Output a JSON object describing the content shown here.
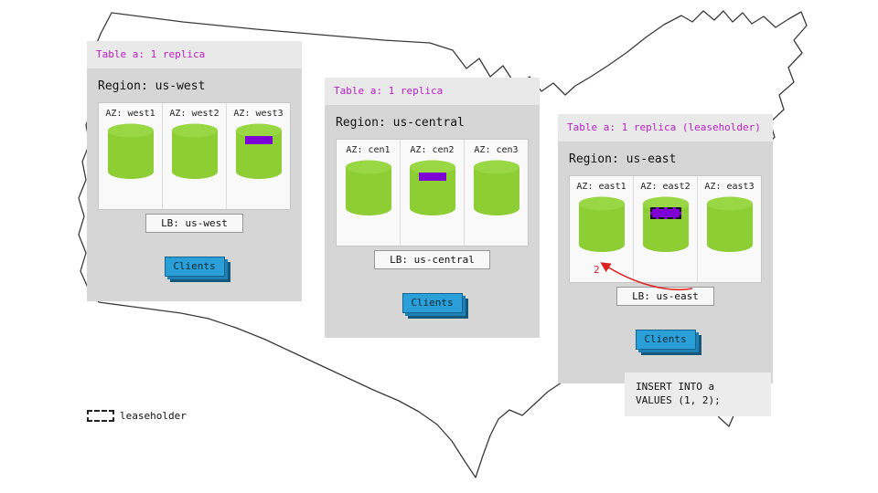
{
  "colors": {
    "header_text": "#b820c6",
    "cylinder_green": "#8cce33",
    "cylinder_top_green": "#99d844",
    "replica_purple": "#7d00d4",
    "clients_blue": "#2b9fd8",
    "arrow_red": "#dd2222",
    "panel_body_gray": "#d6d6d6"
  },
  "legend": {
    "label": "leaseholder"
  },
  "annotation": {
    "step": "2"
  },
  "sql_note": {
    "line1": "INSERT INTO a",
    "line2": "VALUES (1, 2);"
  },
  "panels": [
    {
      "header": "Table a: 1 replica",
      "region": "Region: us-west",
      "lb": "LB: us-west",
      "clients": "Clients",
      "azs": [
        {
          "label": "AZ: west1",
          "replica": false,
          "leaseholder": false
        },
        {
          "label": "AZ: west2",
          "replica": false,
          "leaseholder": false
        },
        {
          "label": "AZ: west3",
          "replica": true,
          "leaseholder": false
        }
      ]
    },
    {
      "header": "Table a: 1 replica",
      "region": "Region: us-central",
      "lb": "LB: us-central",
      "clients": "Clients",
      "azs": [
        {
          "label": "AZ: cen1",
          "replica": false,
          "leaseholder": false
        },
        {
          "label": "AZ: cen2",
          "replica": true,
          "leaseholder": false
        },
        {
          "label": "AZ: cen3",
          "replica": false,
          "leaseholder": false
        }
      ]
    },
    {
      "header": "Table a: 1 replica (leaseholder)",
      "region": "Region: us-east",
      "lb": "LB: us-east",
      "clients": "Clients",
      "azs": [
        {
          "label": "AZ: east1",
          "replica": false,
          "leaseholder": false
        },
        {
          "label": "AZ: east2",
          "replica": true,
          "leaseholder": true
        },
        {
          "label": "AZ: east3",
          "replica": false,
          "leaseholder": false
        }
      ]
    }
  ]
}
